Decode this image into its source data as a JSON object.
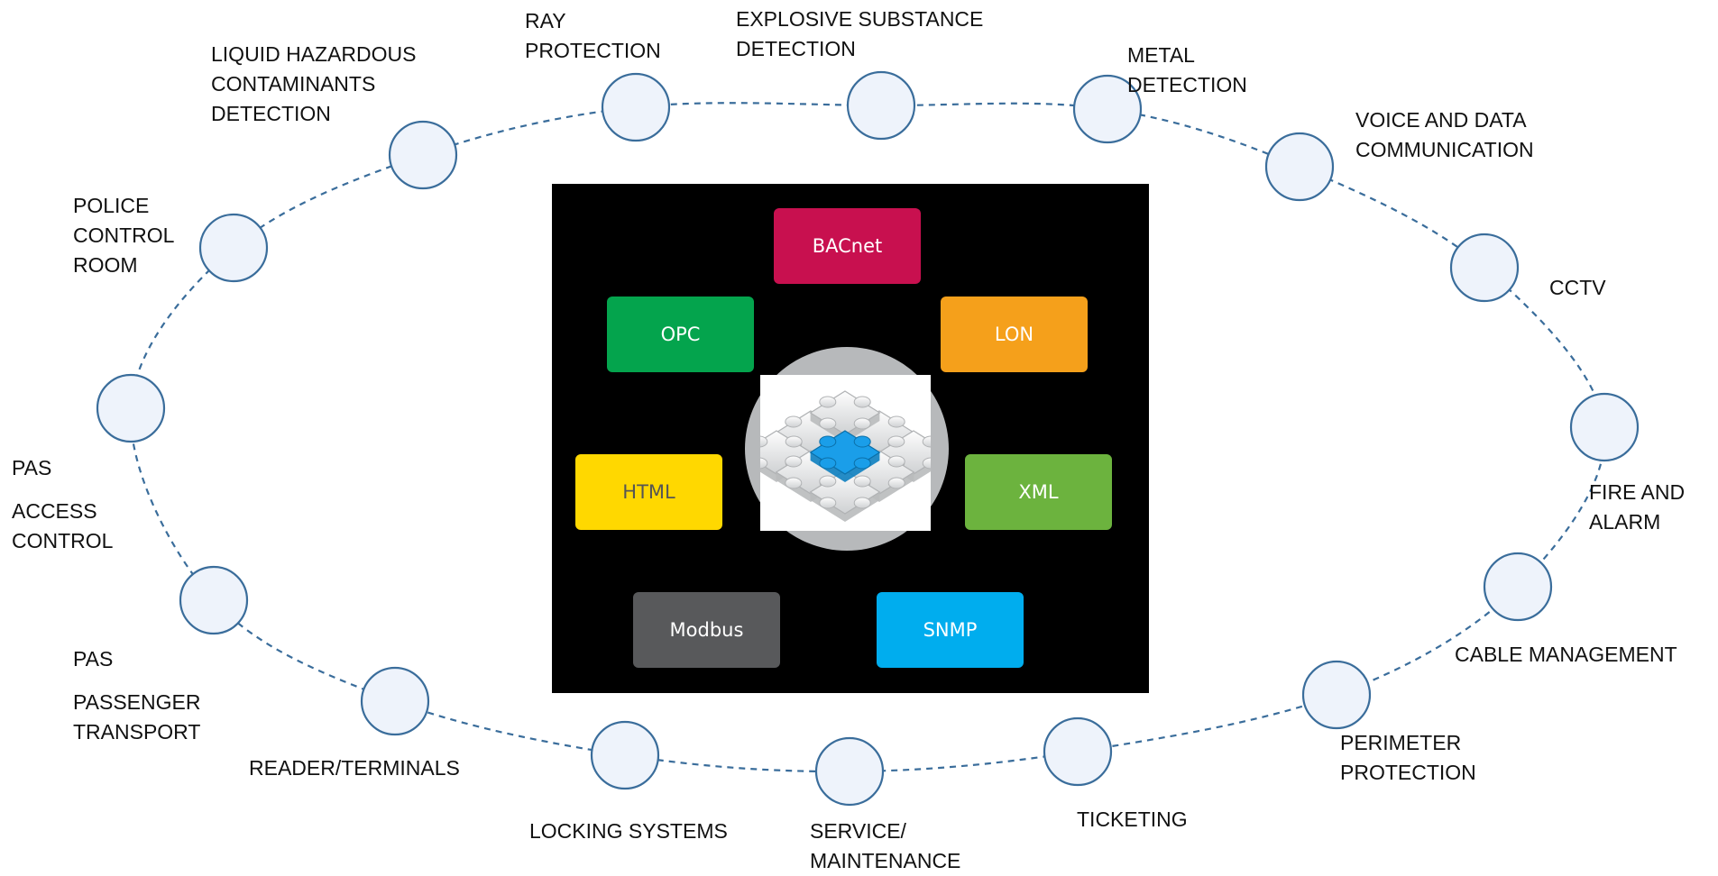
{
  "colors": {
    "node_fill": "#eef3fb",
    "node_stroke": "#3a6d9b",
    "ring_stroke": "#3a6d9b",
    "panel_bg": "#000000",
    "hub_disc": "#b7b9bb",
    "puzzle_white": "#f4f4f4",
    "puzzle_blue": "#1a9ee9"
  },
  "center_icon": "puzzle-pieces-icon",
  "protocols": [
    {
      "label": "BACnet",
      "color": "#c8104f",
      "text_color": "#ffffff"
    },
    {
      "label": "OPC",
      "color": "#04a44d",
      "text_color": "#ffffff"
    },
    {
      "label": "LON",
      "color": "#f5a01b",
      "text_color": "#ffffff"
    },
    {
      "label": "HTML",
      "color": "#ffd800",
      "text_color": "#555555"
    },
    {
      "label": "XML",
      "color": "#6cb33e",
      "text_color": "#ffffff"
    },
    {
      "label": "Modbus",
      "color": "#58595b",
      "text_color": "#ffffff"
    },
    {
      "label": "SNMP",
      "color": "#00adee",
      "text_color": "#ffffff"
    }
  ],
  "labels": [
    {
      "name": "ray-protection",
      "lines": [
        "RAY",
        "PROTECTION"
      ]
    },
    {
      "name": "explosive-substance-detection",
      "lines": [
        "EXPLOSIVE SUBSTANCE",
        "DETECTION"
      ]
    },
    {
      "name": "metal-detection",
      "lines": [
        "METAL",
        "DETECTION"
      ]
    },
    {
      "name": "liquid-hazardous-contaminants-detection",
      "lines": [
        "LIQUID HAZARDOUS",
        "CONTAMINANTS",
        "DETECTION"
      ]
    },
    {
      "name": "voice-and-data-communication",
      "lines": [
        "VOICE AND DATA",
        "COMMUNICATION"
      ]
    },
    {
      "name": "police-control-room",
      "lines": [
        "POLICE",
        "CONTROL",
        "ROOM"
      ]
    },
    {
      "name": "cctv",
      "lines": [
        "CCTV"
      ]
    },
    {
      "name": "pas-top",
      "lines": [
        "PAS"
      ]
    },
    {
      "name": "access-control",
      "lines": [
        "ACCESS",
        "CONTROL"
      ]
    },
    {
      "name": "fire-and-alarm",
      "lines": [
        "FIRE AND",
        "ALARM"
      ]
    },
    {
      "name": "cable-management",
      "lines": [
        "CABLE MANAGEMENT"
      ]
    },
    {
      "name": "pas-bottom",
      "lines": [
        "PAS"
      ]
    },
    {
      "name": "passenger-transport",
      "lines": [
        "PASSENGER",
        "TRANSPORT"
      ]
    },
    {
      "name": "perimeter-protection",
      "lines": [
        "PERIMETER",
        "PROTECTION"
      ]
    },
    {
      "name": "reader-terminals",
      "lines": [
        "READER/TERMINALS"
      ]
    },
    {
      "name": "ticketing",
      "lines": [
        "TICKETING"
      ]
    },
    {
      "name": "locking-systems",
      "lines": [
        "LOCKING SYSTEMS"
      ]
    },
    {
      "name": "service-maintenance",
      "lines": [
        "SERVICE/",
        "MAINTENANCE"
      ]
    }
  ]
}
